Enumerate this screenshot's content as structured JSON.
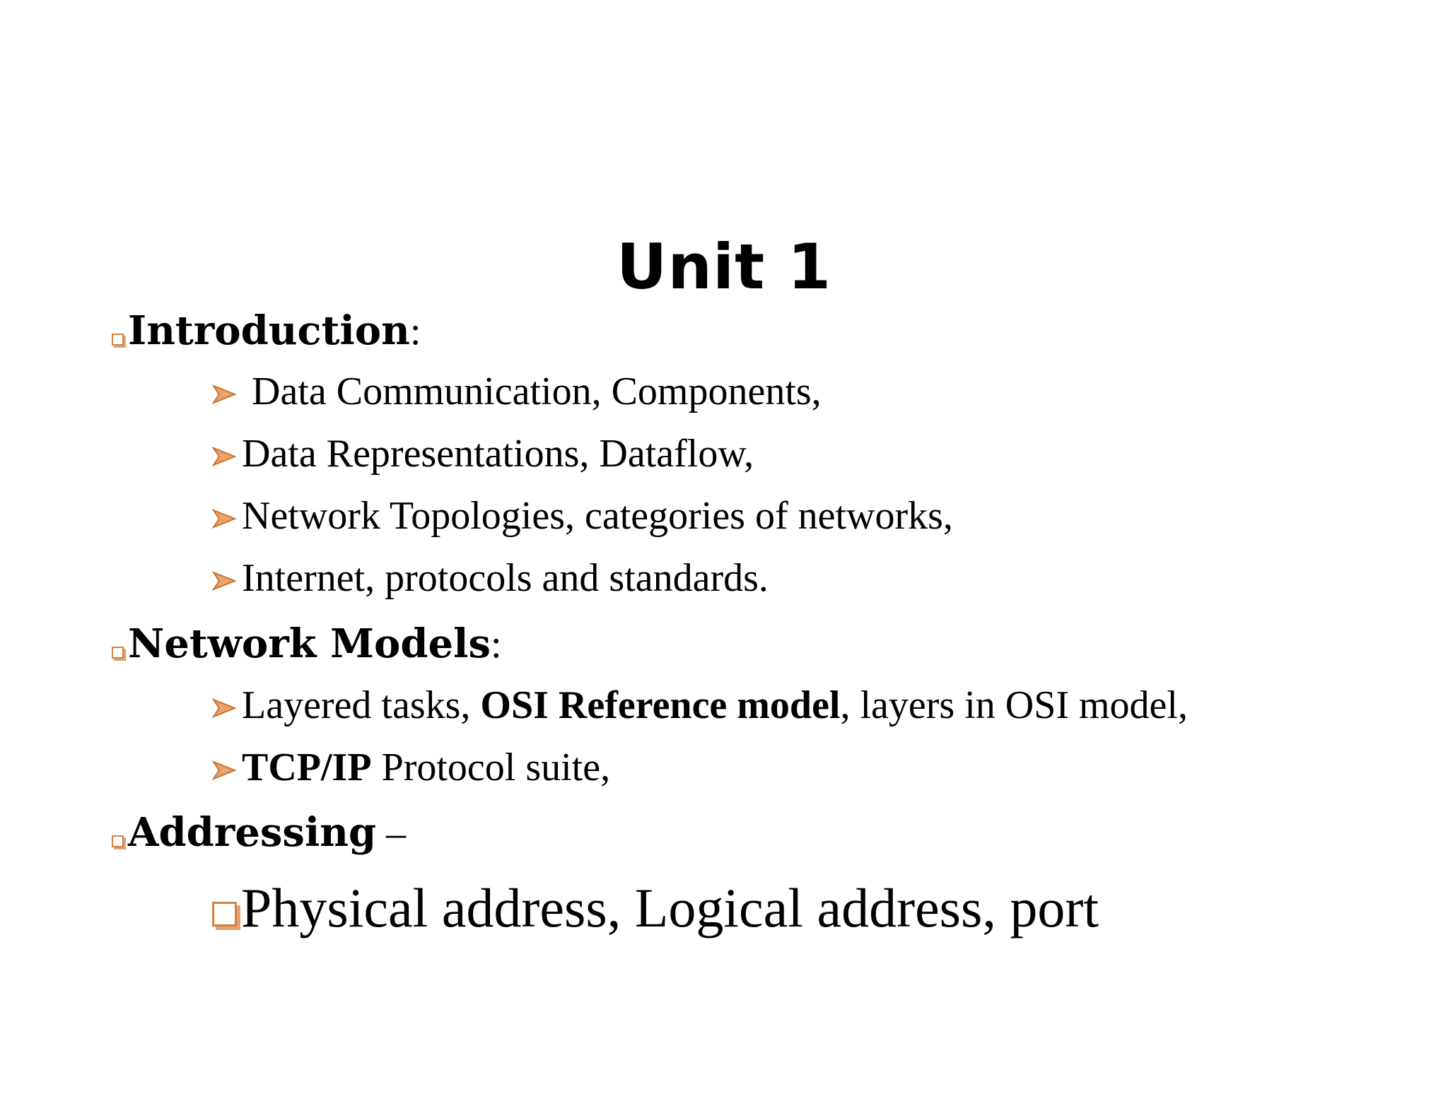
{
  "slide": {
    "title": "Unit 1",
    "colors": {
      "bullet_accent": "#d4803f",
      "text": "#000000",
      "background": "#ffffff"
    },
    "sections": {
      "introduction": {
        "heading": "Introduction",
        "suffix": ":",
        "bullet_icon": "square-bullet-icon",
        "items": [
          " Data Communication, Components,",
          "Data Representations, Dataflow,",
          "Network Topologies, categories of networks,",
          "Internet, protocols and standards."
        ]
      },
      "network_models": {
        "heading": "Network Models",
        "suffix": ":",
        "items": [
          {
            "before": "Layered tasks, ",
            "bold": "OSI Reference model",
            "after": ", layers in OSI model,"
          },
          {
            "bold": "TCP/IP",
            "after": " Protocol suite,"
          }
        ]
      },
      "addressing": {
        "heading": "Addressing",
        "suffix": " –",
        "item": "Physical address, Logical address, port"
      }
    }
  }
}
